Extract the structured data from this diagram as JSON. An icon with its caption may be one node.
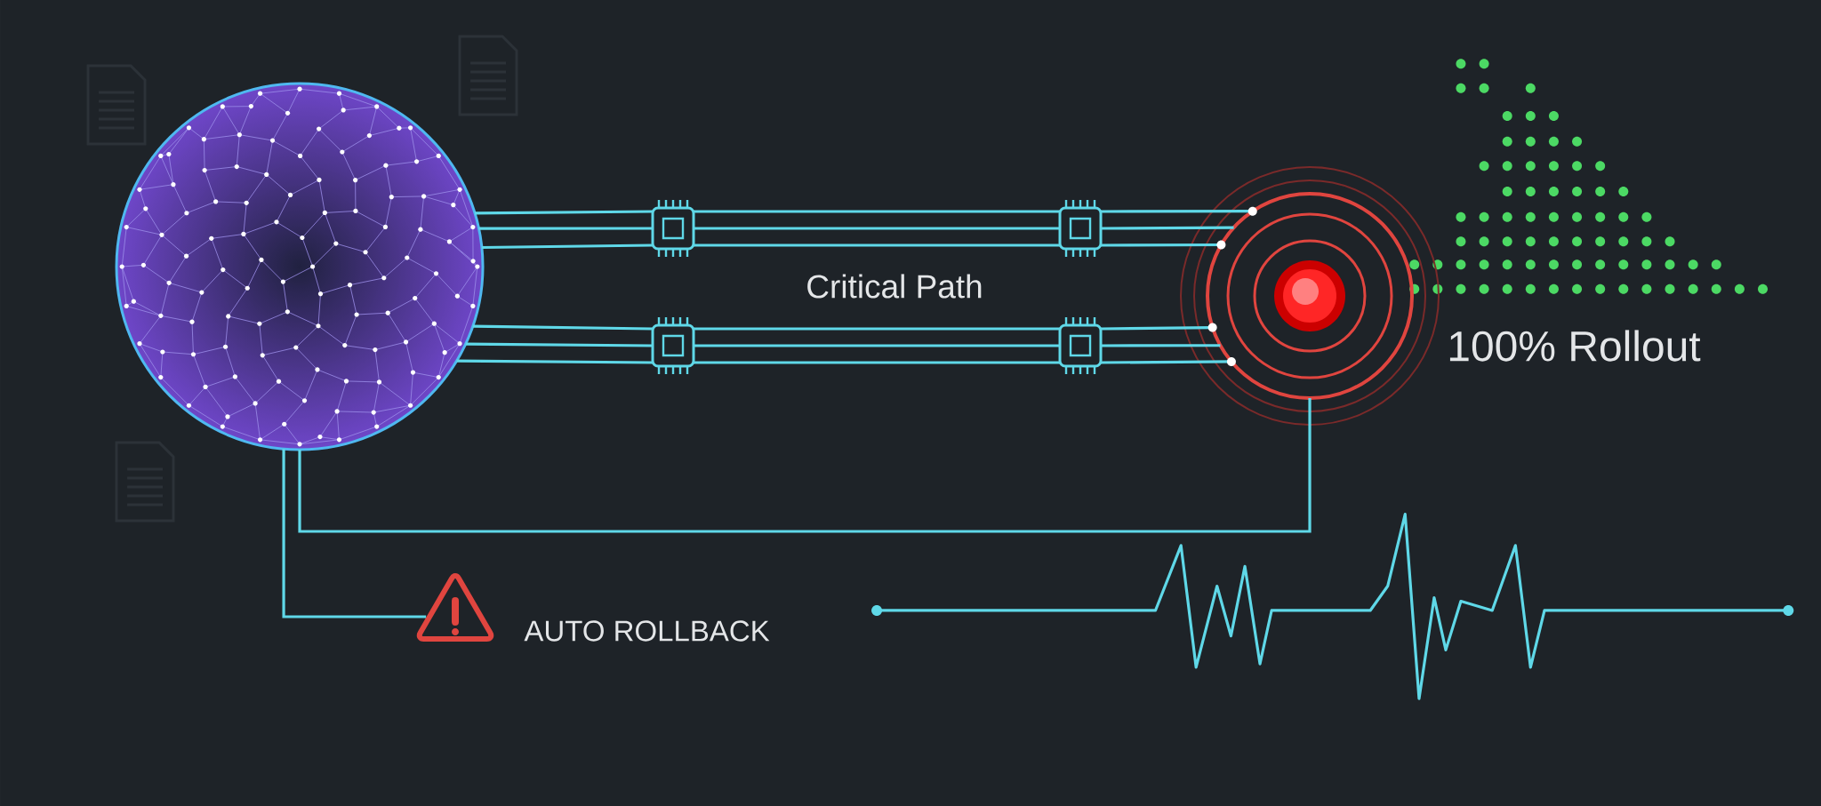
{
  "diagram": {
    "nodes": [
      {
        "text": [],
        "shape": "picture"
      },
      {
        "text": [],
        "shape": "box"
      },
      {
        "text": [],
        "shape": "box"
      },
      {
        "text": [],
        "shape": "box"
      },
      {
        "text": [],
        "shape": "box"
      },
      {
        "text": [],
        "shape": "circle"
      },
      {
        "text": [],
        "shape": "triangle"
      }
    ],
    "edges": [
      {
        "from": 0,
        "to": 1,
        "arrow": "none"
      },
      {
        "from": 1,
        "to": 2,
        "arrow": "none"
      },
      {
        "from": 2,
        "to": 5,
        "arrow": "none"
      },
      {
        "from": 0,
        "to": 3,
        "arrow": "none"
      },
      {
        "from": 3,
        "to": 4,
        "arrow": "none"
      },
      {
        "from": 4,
        "to": 5,
        "arrow": "none"
      },
      {
        "from": 5,
        "to": 0,
        "arrow": "none"
      },
      {
        "from": 0,
        "to": 6,
        "arrow": "none"
      }
    ],
    "labels": [
      "Critical Path",
      "100% Rollout",
      "AUTO ROLLBACK"
    ]
  }
}
